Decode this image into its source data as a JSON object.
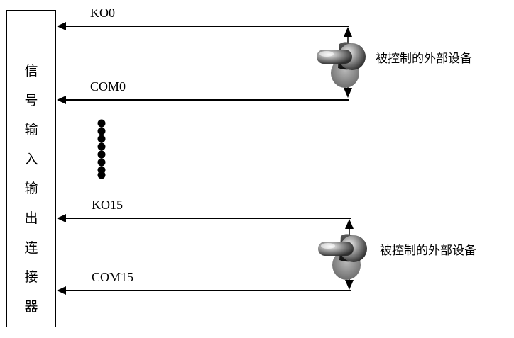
{
  "connector": {
    "chars": [
      "信",
      "号",
      "输",
      "入",
      "输",
      "出",
      "连",
      "接",
      "器"
    ]
  },
  "channels": [
    {
      "signal_label": "KO0",
      "common_label": "COM0",
      "device_label": "被控制的外部设备"
    },
    {
      "signal_label": "KO15",
      "common_label": "COM15",
      "device_label": "被控制的外部设备"
    }
  ],
  "colors": {
    "line": "#000000",
    "switch_dark": "#3a3a3a",
    "switch_shadow": "#8a8a8a",
    "switch_highlight": "#e8e8e8"
  }
}
